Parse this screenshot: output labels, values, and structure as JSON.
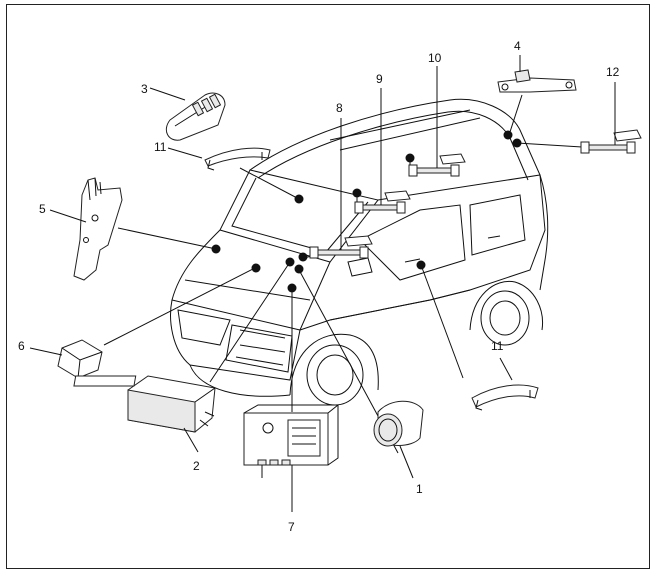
{
  "callouts": {
    "c1": "1",
    "c2": "2",
    "c3": "3",
    "c4": "4",
    "c5": "5",
    "c6": "6",
    "c7": "7",
    "c8": "8",
    "c9": "9",
    "c10": "10",
    "c11a": "11",
    "c11b": "11",
    "c12": "12"
  },
  "colors": {
    "line": "#111111",
    "part_fill": "#ffffff",
    "shade": "#e9e9e9"
  }
}
